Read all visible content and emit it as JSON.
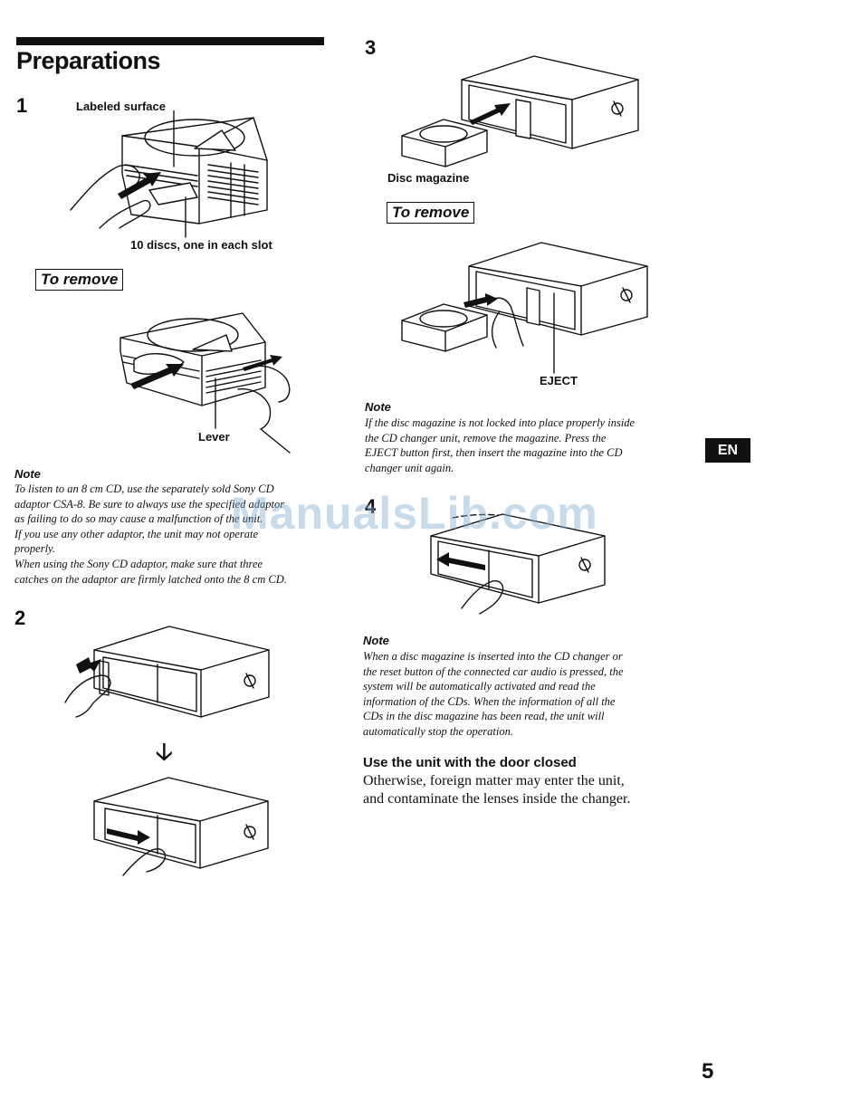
{
  "header": {
    "title": "Preparations"
  },
  "step1": {
    "number": "1",
    "label_top": "Labeled surface",
    "label_bottom": "10 discs, one in each slot",
    "remove_heading": "To remove",
    "lever_label": "Lever",
    "note_heading": "Note",
    "note_lines": [
      "To listen to an 8 cm CD, use the separately sold Sony CD",
      "adaptor CSA-8. Be sure to always use the specified adaptor",
      "as failing to do so may cause a malfunction of the unit.",
      "If you use any other adaptor, the unit may not operate",
      "properly.",
      "When using the Sony CD adaptor, make sure that three",
      "catches on the adaptor are firmly latched onto the 8 cm CD."
    ]
  },
  "step2": {
    "number": "2"
  },
  "step3": {
    "number": "3",
    "magazine_label": "Disc magazine",
    "remove_heading": "To remove",
    "eject_label": "EJECT",
    "note_heading": "Note",
    "note_lines": [
      "If the disc magazine is not locked into place properly inside",
      "the CD changer unit, remove the magazine. Press the",
      "EJECT button first, then insert the magazine into the CD",
      "changer unit again."
    ]
  },
  "step4": {
    "number": "4",
    "note_heading": "Note",
    "note_lines": [
      "When a disc magazine is inserted into the CD changer or",
      "the reset button of the connected car audio is pressed, the",
      "system will be automatically activated and read the",
      "information of the CDs. When the information of all the",
      "CDs in the disc magazine has been read, the unit will",
      "automatically stop the operation."
    ]
  },
  "door": {
    "heading": "Use the unit with the door closed",
    "lines": [
      "Otherwise, foreign matter may enter the unit,",
      "and contaminate the lenses inside the changer."
    ]
  },
  "language_tab": "EN",
  "page_number": "5",
  "watermark": "ManualsLib.com"
}
